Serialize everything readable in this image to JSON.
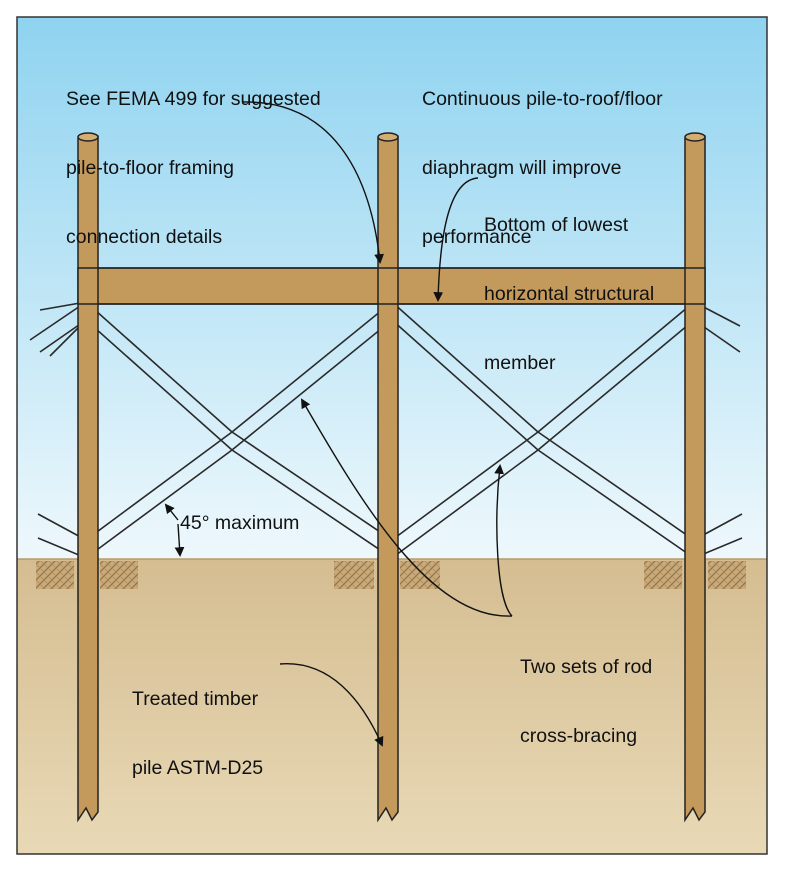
{
  "diagram": {
    "annotations": {
      "fema": [
        "See FEMA 499 for suggested",
        "pile-to-floor framing",
        "connection details"
      ],
      "diaphragm": [
        "Continuous pile-to-roof/floor",
        "diaphragm will improve",
        "performance"
      ],
      "bottom_member": [
        "Bottom of lowest",
        "horizontal structural",
        "member"
      ],
      "angle": "45° maximum",
      "bracing": [
        "Two sets of rod",
        "cross-bracing"
      ],
      "pile": [
        "Treated timber",
        "pile ASTM-D25"
      ]
    },
    "colors": {
      "sky_top": "#8fd3f0",
      "sky_bottom": "#eef8fc",
      "soil": "#d9c49b",
      "timber": "#c49a5c",
      "outline": "#222222",
      "rod": "#2a2a2a"
    }
  }
}
